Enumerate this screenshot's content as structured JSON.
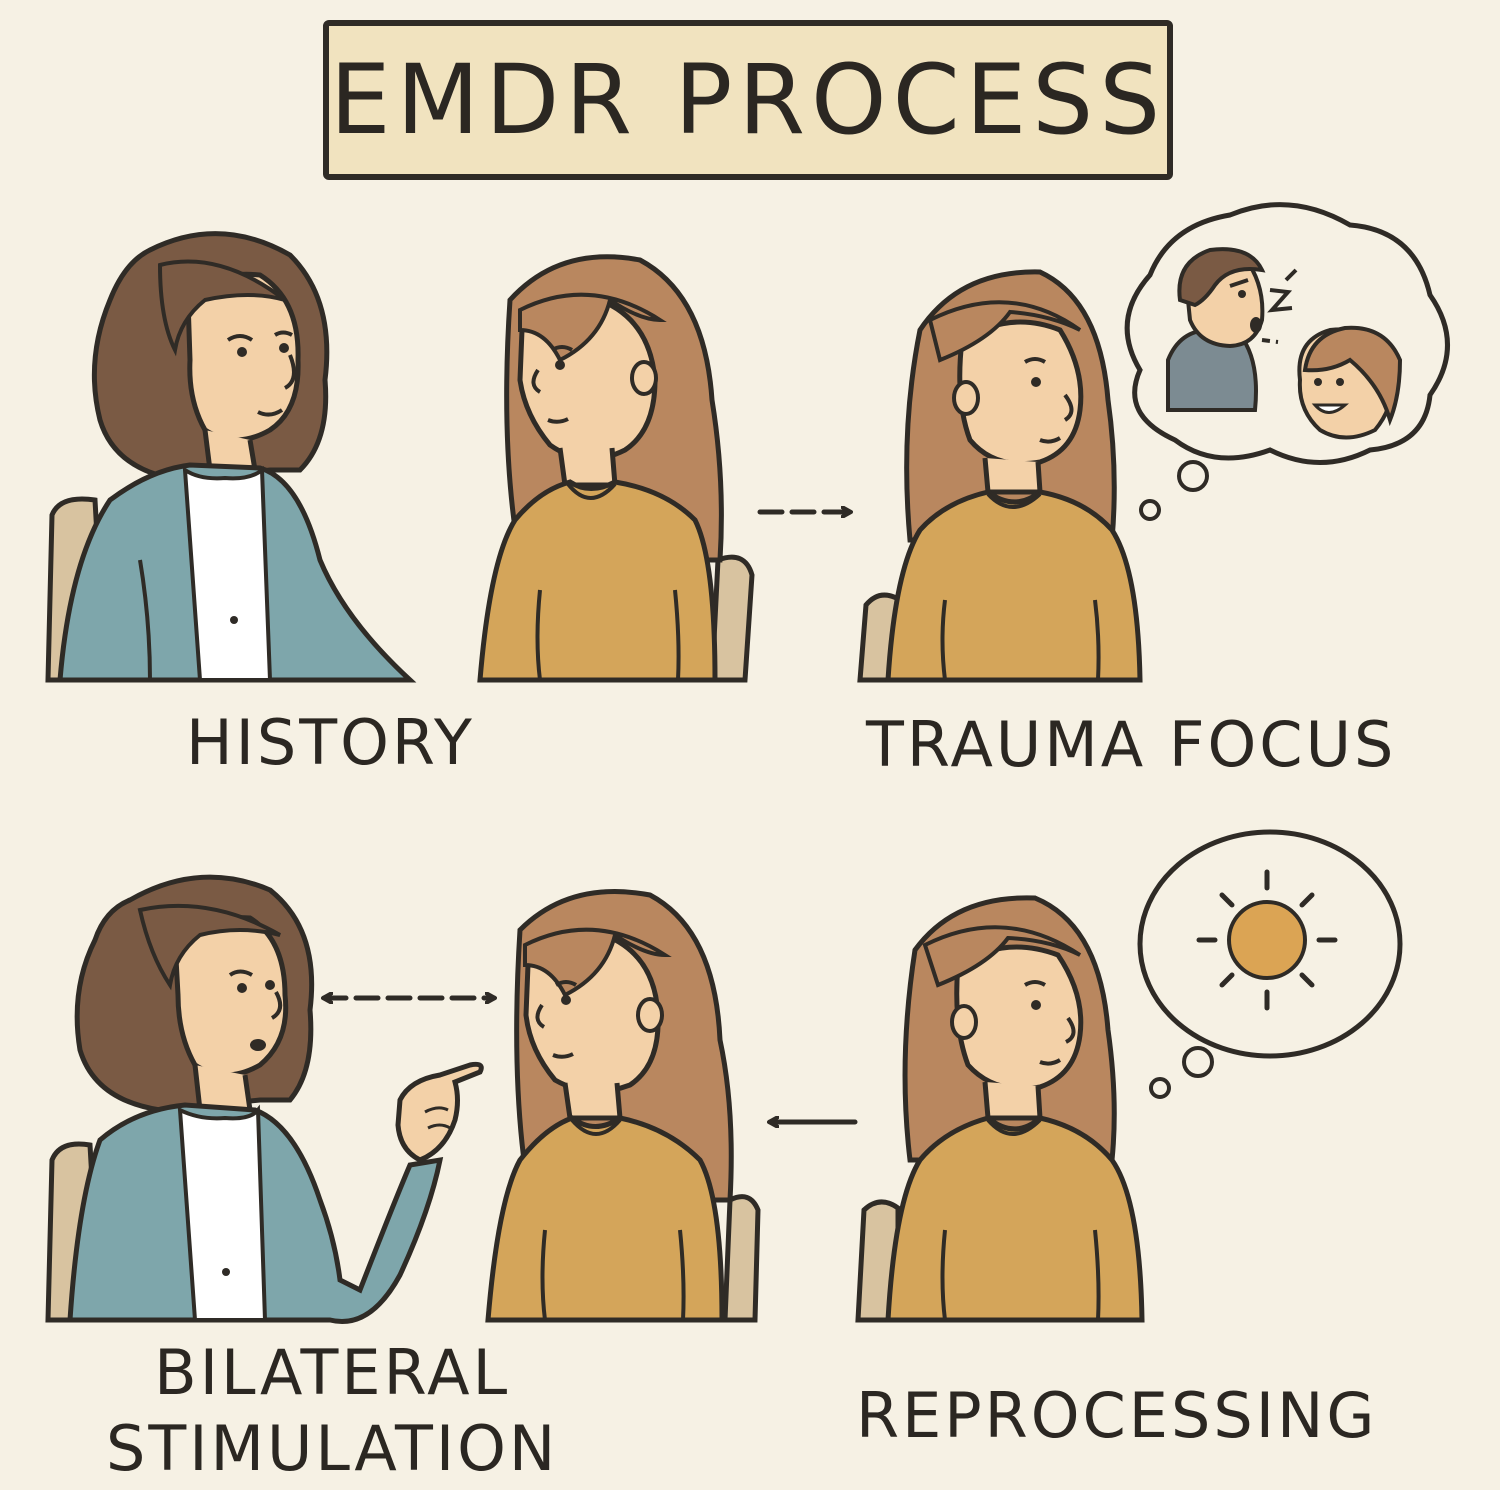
{
  "title": "EMDR PROCESS",
  "steps": {
    "history": "HISTORY",
    "trauma_focus": "TRAUMA FOCUS",
    "bilateral_line1": "BILATERAL",
    "bilateral_line2": "STIMULATION",
    "reprocessing": "REPROCESSING"
  },
  "colors": {
    "background": "#f6f1e4",
    "title_box": "#f1e3bf",
    "outline": "#2f2b26",
    "skin": "#f3d1a8",
    "hair_therapist": "#7a5a44",
    "hair_client": "#b9875f",
    "cardigan": "#7ea6ab",
    "sweater": "#d4a55a",
    "chair": "#d8c3a0",
    "sun": "#dba454"
  },
  "icons": [
    "right-arrow-icon",
    "double-arrow-icon",
    "left-arrow-icon",
    "thought-bubble-icon",
    "sun-icon"
  ]
}
